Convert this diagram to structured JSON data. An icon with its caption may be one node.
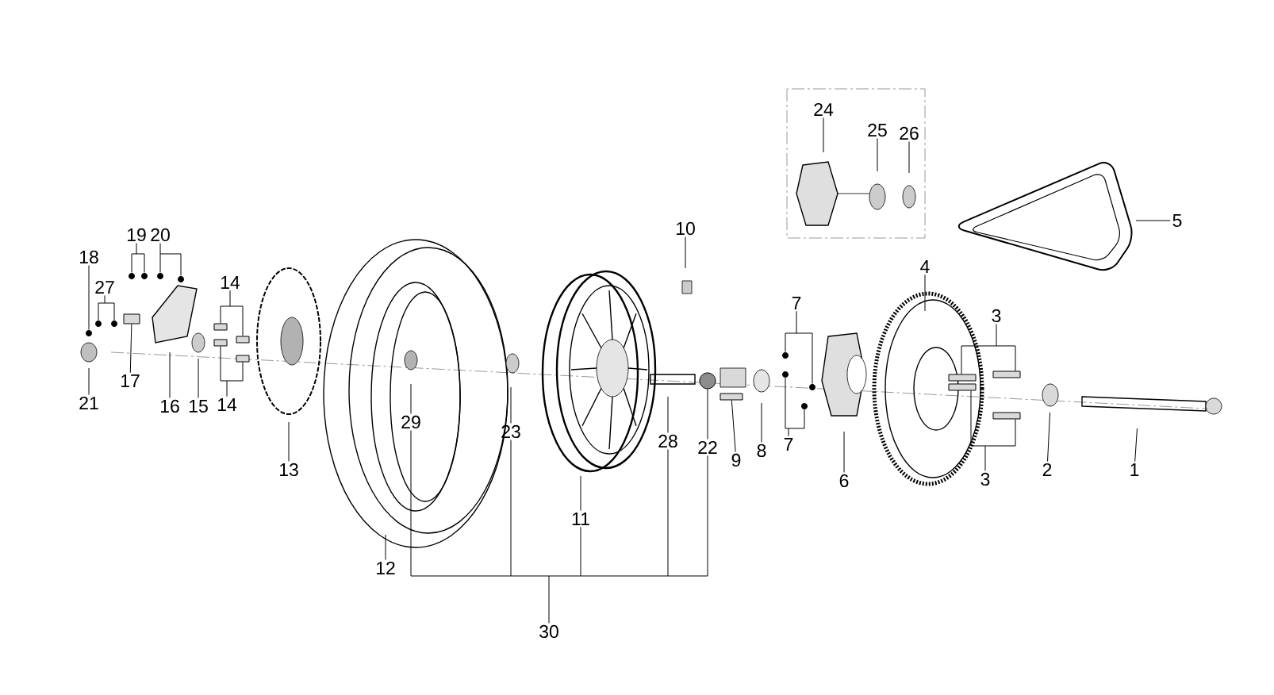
{
  "diagram": {
    "nodes": [
      {
        "text": [
          "24"
        ]
      },
      {
        "text": [
          "25"
        ]
      },
      {
        "text": [
          "26"
        ]
      },
      {
        "text": [
          "5"
        ]
      },
      {
        "text": [
          "10"
        ]
      },
      {
        "text": [
          "19"
        ]
      },
      {
        "text": [
          "20"
        ]
      },
      {
        "text": [
          "18"
        ]
      },
      {
        "text": [
          "4"
        ]
      },
      {
        "text": [
          "27"
        ]
      },
      {
        "text": [
          "14"
        ]
      },
      {
        "text": [
          "7"
        ]
      },
      {
        "text": [
          "3"
        ]
      },
      {
        "text": [
          "17"
        ]
      },
      {
        "text": [
          "21"
        ]
      },
      {
        "text": [
          "16"
        ]
      },
      {
        "text": [
          "15"
        ]
      },
      {
        "text": [
          "14"
        ]
      },
      {
        "text": [
          "29"
        ]
      },
      {
        "text": [
          "23"
        ]
      },
      {
        "text": [
          "28"
        ]
      },
      {
        "text": [
          "22"
        ]
      },
      {
        "text": [
          "7"
        ]
      },
      {
        "text": [
          "8"
        ]
      },
      {
        "text": [
          "9"
        ]
      },
      {
        "text": [
          "13"
        ]
      },
      {
        "text": [
          "2"
        ]
      },
      {
        "text": [
          "1"
        ]
      },
      {
        "text": [
          "6"
        ]
      },
      {
        "text": [
          "3"
        ]
      },
      {
        "text": [
          "11"
        ]
      },
      {
        "text": [
          "12"
        ]
      },
      {
        "text": [
          "30"
        ]
      },
      {
        "text": [],
        "shape": "circle"
      },
      {
        "text": [],
        "shape": "circle"
      },
      {
        "text": [],
        "shape": "circle"
      },
      {
        "text": [],
        "shape": "circle"
      },
      {
        "text": [],
        "shape": "circle"
      },
      {
        "text": [],
        "shape": "circle"
      },
      {
        "text": [],
        "shape": "circle"
      },
      {
        "text": [],
        "shape": "box"
      },
      {
        "text": [],
        "shape": "box"
      },
      {
        "text": [],
        "shape": "box"
      },
      {
        "text": [],
        "shape": "box"
      },
      {
        "text": [],
        "shape": "box"
      },
      {
        "text": [],
        "shape": "circle"
      },
      {
        "text": [],
        "shape": "circle"
      },
      {
        "text": [],
        "shape": "circle"
      },
      {
        "text": [],
        "shape": "circle"
      },
      {
        "text": [],
        "shape": "box"
      },
      {
        "text": [],
        "shape": "box"
      },
      {
        "text": [],
        "shape": "box"
      },
      {
        "text": [],
        "shape": "box"
      },
      {
        "text": [],
        "shape": "box"
      },
      {
        "text": [],
        "shape": "circle"
      }
    ],
    "edges": [
      {
        "from": 0,
        "to": null,
        "arrow": "none"
      },
      {
        "from": 1,
        "to": null,
        "arrow": "none"
      },
      {
        "from": 2,
        "to": null,
        "arrow": "none"
      },
      {
        "from": 3,
        "to": null,
        "arrow": "none"
      },
      {
        "from": 4,
        "to": null,
        "arrow": "none"
      },
      {
        "from": 5,
        "to": 33,
        "arrow": "none"
      },
      {
        "from": 5,
        "to": 34,
        "arrow": "none"
      },
      {
        "from": 6,
        "to": 35,
        "arrow": "none"
      },
      {
        "from": 6,
        "to": 36,
        "arrow": "none"
      },
      {
        "from": 7,
        "to": 37,
        "arrow": "none"
      },
      {
        "from": 8,
        "to": null,
        "arrow": "none"
      },
      {
        "from": 9,
        "to": 38,
        "arrow": "none"
      },
      {
        "from": 9,
        "to": 39,
        "arrow": "none"
      },
      {
        "from": 10,
        "to": 40,
        "arrow": "none"
      },
      {
        "from": 10,
        "to": 41,
        "arrow": "none"
      },
      {
        "from": 11,
        "to": 45,
        "arrow": "none"
      },
      {
        "from": 11,
        "to": 46,
        "arrow": "none"
      },
      {
        "from": 12,
        "to": 49,
        "arrow": "none"
      },
      {
        "from": 12,
        "to": 50,
        "arrow": "none"
      },
      {
        "from": 13,
        "to": 53,
        "arrow": "none"
      },
      {
        "from": 14,
        "to": null,
        "arrow": "none"
      },
      {
        "from": 15,
        "to": null,
        "arrow": "none"
      },
      {
        "from": 16,
        "to": null,
        "arrow": "none"
      },
      {
        "from": 17,
        "to": 42,
        "arrow": "none"
      },
      {
        "from": 17,
        "to": 43,
        "arrow": "none"
      },
      {
        "from": 18,
        "to": null,
        "arrow": "none"
      },
      {
        "from": 19,
        "to": null,
        "arrow": "none"
      },
      {
        "from": 20,
        "to": null,
        "arrow": "none"
      },
      {
        "from": 21,
        "to": 54,
        "arrow": "none"
      },
      {
        "from": 22,
        "to": 47,
        "arrow": "none"
      },
      {
        "from": 22,
        "to": 48,
        "arrow": "none"
      },
      {
        "from": 23,
        "to": null,
        "arrow": "none"
      },
      {
        "from": 24,
        "to": 44,
        "arrow": "none"
      },
      {
        "from": 25,
        "to": null,
        "arrow": "none"
      },
      {
        "from": 26,
        "to": null,
        "arrow": "none"
      },
      {
        "from": 27,
        "to": null,
        "arrow": "none"
      },
      {
        "from": 28,
        "to": null,
        "arrow": "none"
      },
      {
        "from": 29,
        "to": 51,
        "arrow": "none"
      },
      {
        "from": 29,
        "to": 52,
        "arrow": "none"
      },
      {
        "from": 30,
        "to": null,
        "arrow": "none"
      },
      {
        "from": 31,
        "to": null,
        "arrow": "none"
      },
      {
        "from": 32,
        "to": 18,
        "arrow": "none"
      },
      {
        "from": 32,
        "to": 19,
        "arrow": "none"
      },
      {
        "from": 32,
        "to": 30,
        "arrow": "none"
      },
      {
        "from": 32,
        "to": 20,
        "arrow": "none"
      },
      {
        "from": 32,
        "to": 21,
        "arrow": "none"
      }
    ]
  }
}
